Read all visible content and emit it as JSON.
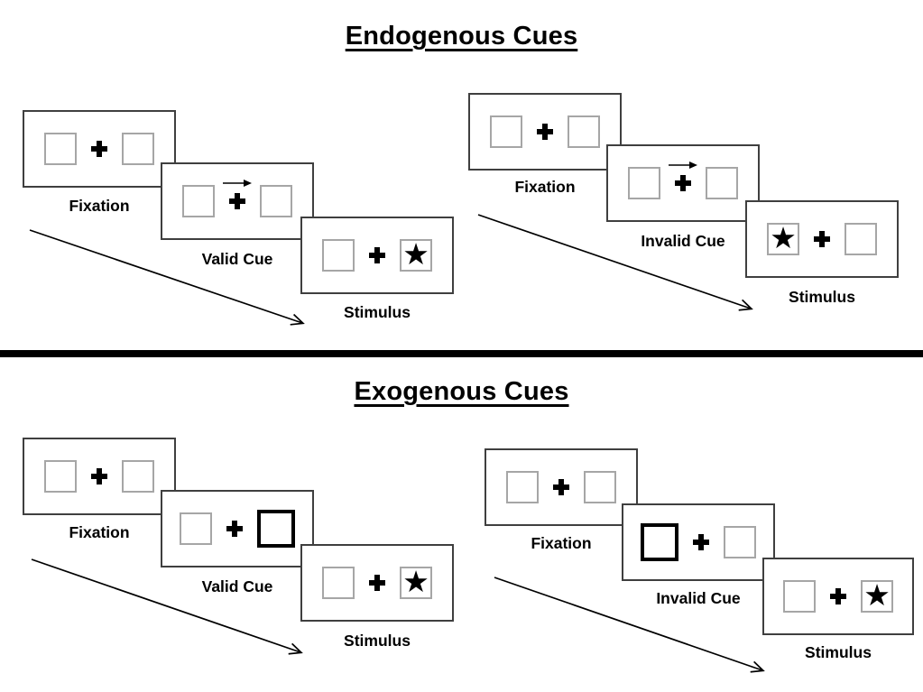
{
  "colors": {
    "ink": "#000000",
    "panel_border": "#3f3f3f",
    "box_border": "#a6a6a6",
    "cue_highlight_border": "#000000",
    "background": "#ffffff"
  },
  "icons": {
    "star": "★",
    "fixation_cross": "+",
    "cue_arrow": "→",
    "sequence_arrow": "↘"
  },
  "sections": [
    {
      "title": "Endogenous Cues",
      "groups": [
        {
          "name": "valid-trial",
          "panels": [
            {
              "type": "fixation",
              "label": "Fixation"
            },
            {
              "type": "central-arrow-cue",
              "label": "Valid Cue",
              "cue_direction": "right"
            },
            {
              "type": "stimulus",
              "label": "Stimulus",
              "star_position": "right"
            }
          ]
        },
        {
          "name": "invalid-trial",
          "panels": [
            {
              "type": "fixation",
              "label": "Fixation"
            },
            {
              "type": "central-arrow-cue",
              "label": "Invalid Cue",
              "cue_direction": "right"
            },
            {
              "type": "stimulus",
              "label": "Stimulus",
              "star_position": "left"
            }
          ]
        }
      ]
    },
    {
      "title": "Exogenous Cues",
      "groups": [
        {
          "name": "valid-trial",
          "panels": [
            {
              "type": "fixation",
              "label": "Fixation"
            },
            {
              "type": "peripheral-box-cue",
              "label": "Valid Cue",
              "highlighted_box": "right"
            },
            {
              "type": "stimulus",
              "label": "Stimulus",
              "star_position": "right"
            }
          ]
        },
        {
          "name": "invalid-trial",
          "panels": [
            {
              "type": "fixation",
              "label": "Fixation"
            },
            {
              "type": "peripheral-box-cue",
              "label": "Invalid Cue",
              "highlighted_box": "left"
            },
            {
              "type": "stimulus",
              "label": "Stimulus",
              "star_position": "right"
            }
          ]
        }
      ]
    }
  ]
}
